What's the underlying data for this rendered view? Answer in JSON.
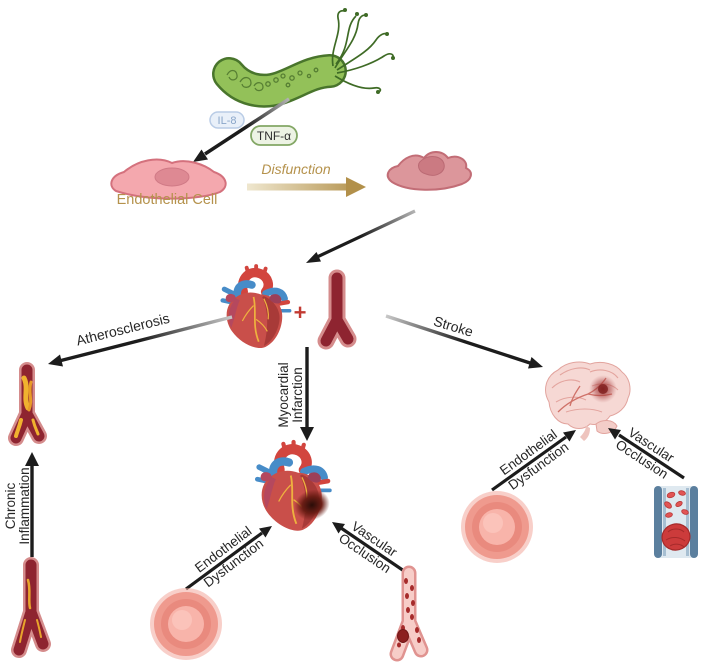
{
  "mediators": {
    "il8": {
      "label": "IL-8",
      "border": "#b9cce6",
      "fill": "#e9f0f9",
      "text_color": "#8aa6c9"
    },
    "tnf_alpha": {
      "label": "TNF-α",
      "border": "#83a765",
      "fill": "#edf3e4",
      "text_color": "#2f2f2f"
    }
  },
  "cells": {
    "endothelial_cell_label": "Endothelial Cell"
  },
  "process": {
    "disfunction_label": "Disfunction",
    "plus_sign": "+"
  },
  "outcomes": {
    "atherosclerosis": "Atherosclerosis",
    "stroke": "Stroke",
    "myocardial_infarction": {
      "line1": "Myocardial",
      "line2": "Infarction"
    }
  },
  "mechanisms": {
    "chronic_inflammation": {
      "line1": "Chronic",
      "line2": "Inflammation"
    },
    "endothelial_dysfunction": {
      "line1": "Endothelial",
      "line2": "Dysfunction"
    },
    "vascular_occlusion": {
      "line1": "Vascular",
      "line2": "Occlusion"
    }
  },
  "icons": {
    "bacterium": "h-pylori-bacterium-icon",
    "healthy_endothelial_cell": "endothelial-cell-icon",
    "dysfunctional_endothelial_cell": "dysfunctional-endothelial-cell-icon",
    "heart": "heart-icon",
    "artery": "artery-icon",
    "atherosclerotic_vessel": "atherosclerotic-vessel-icon",
    "infarcted_heart": "infarcted-heart-icon",
    "brain_stroke": "brain-stroke-icon",
    "inflamed_vessel": "inflamed-vessel-icon",
    "round_endothelial_cell": "round-endothelial-cell-icon",
    "speckled_occluded_vessel": "speckled-occluded-vessel-icon",
    "thrombus_vessel": "thrombus-vessel-icon"
  },
  "colors": {
    "label_tan": "#b5924c",
    "arrow_black": "#1c1c1c",
    "bacterium_green": "#93c159",
    "cell_pink": "#f4a8ae",
    "vessel_dark_red": "#8e2430",
    "plaque_yellow": "#f0b22f",
    "plus_red": "#c23a32"
  }
}
